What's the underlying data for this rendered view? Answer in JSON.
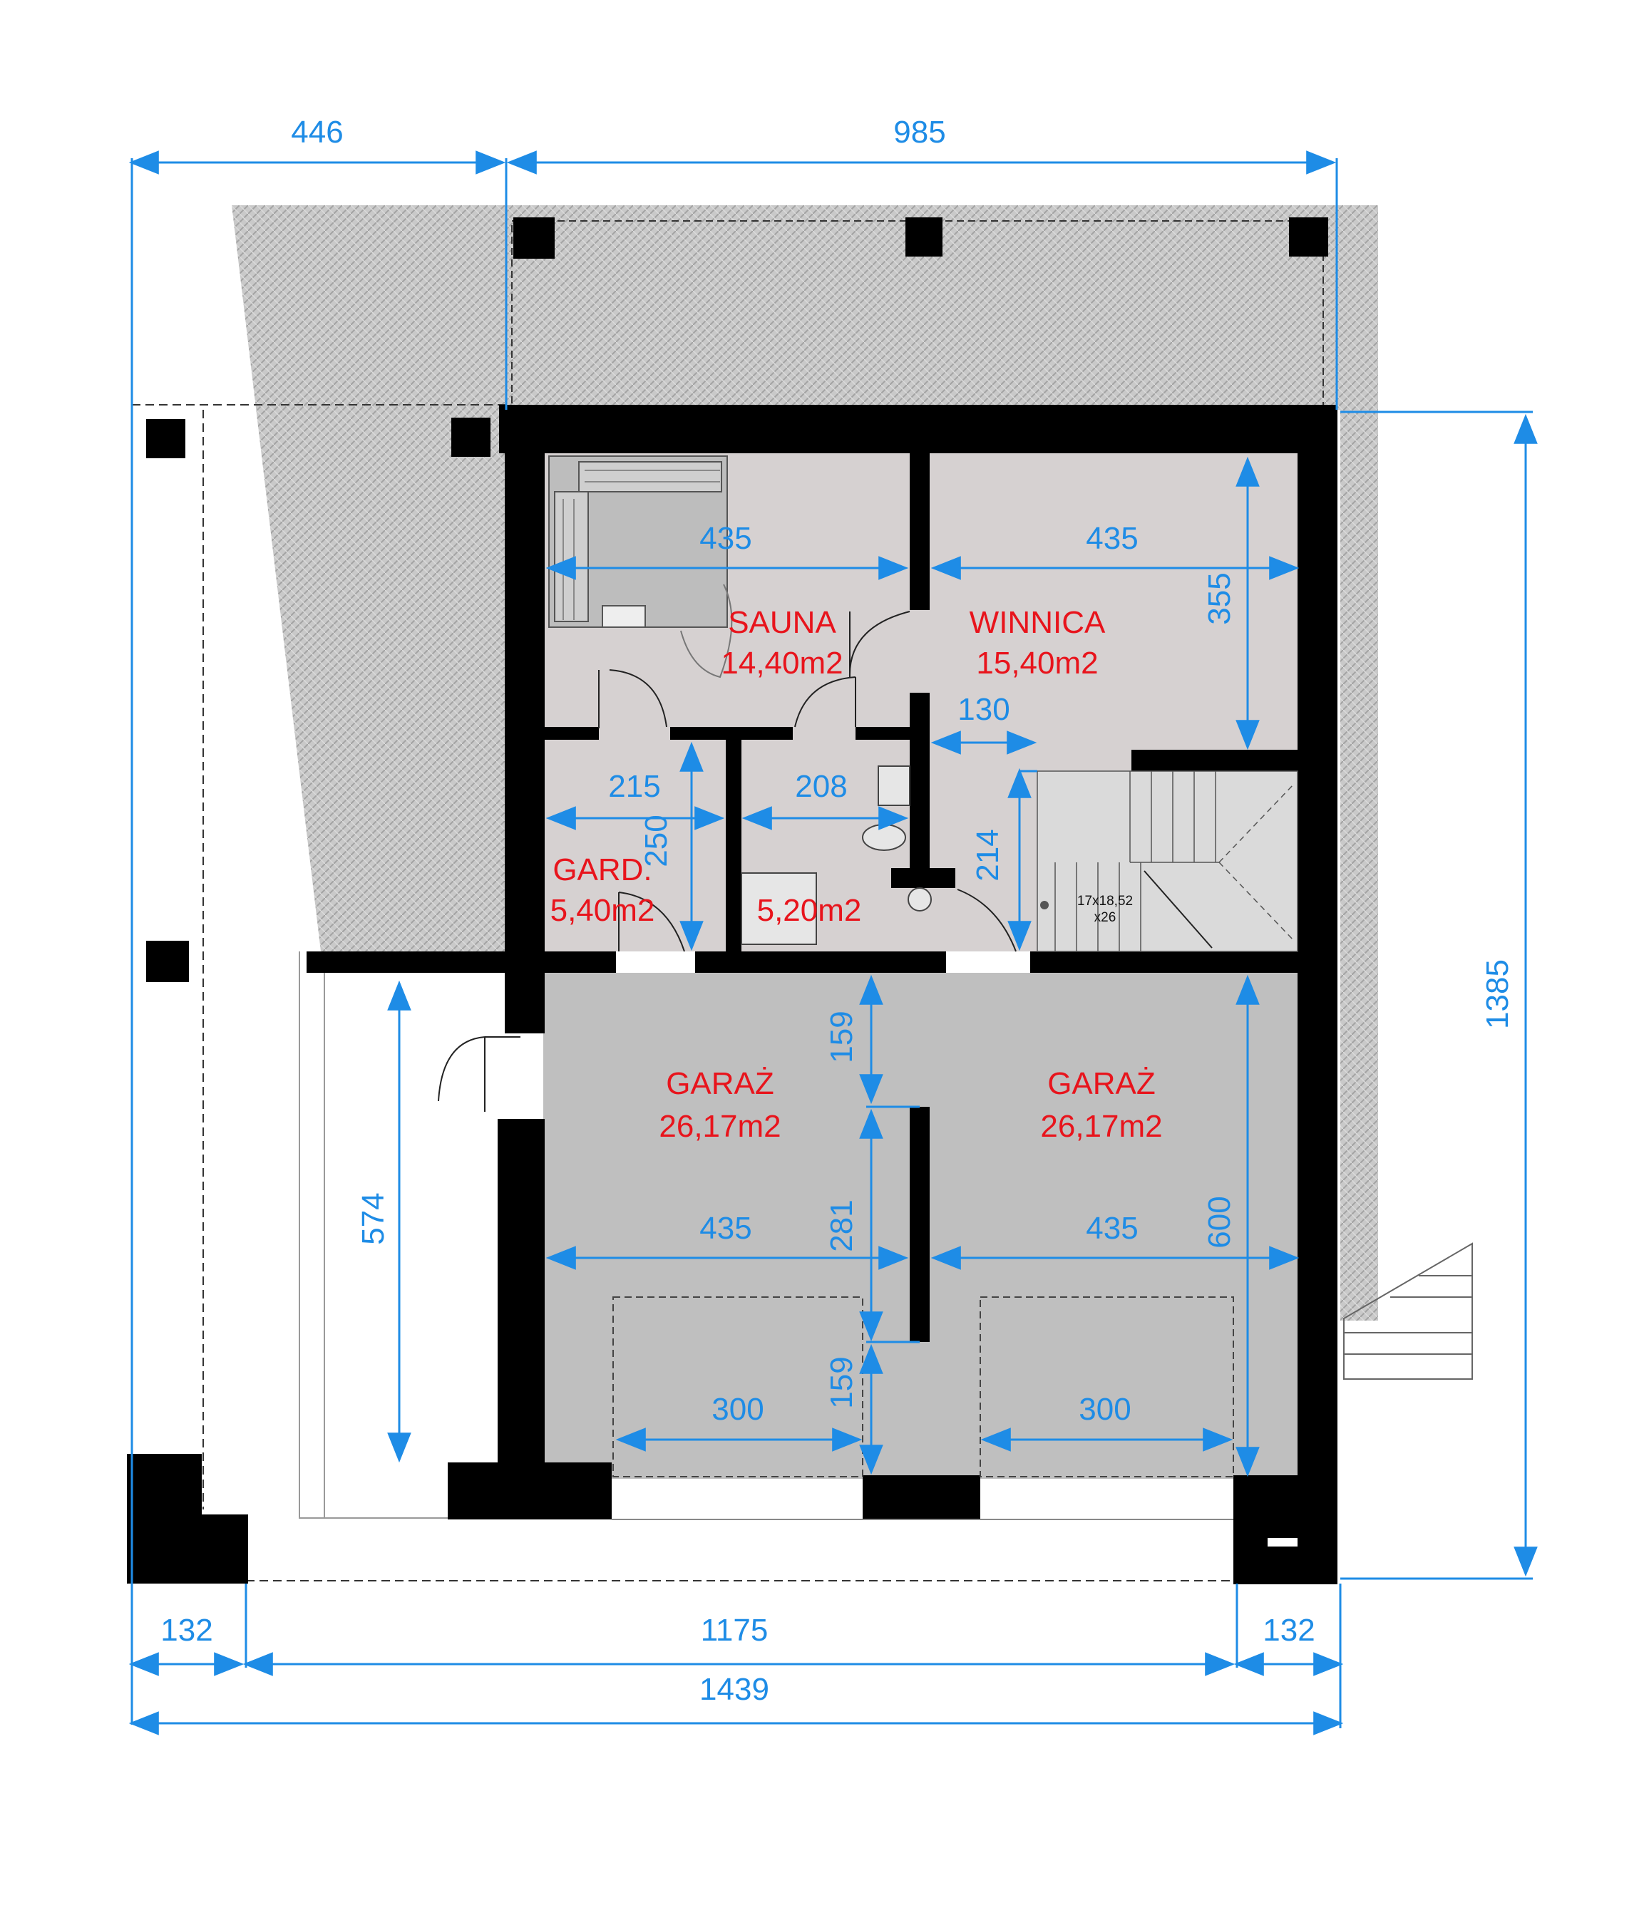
{
  "overall": {
    "top_left": "446",
    "top_right": "985",
    "right_height": "1385",
    "bottom_left": "132",
    "bottom_mid": "1175",
    "bottom_right": "132",
    "bottom_total": "1439",
    "left_garage_height": "574"
  },
  "rooms": {
    "sauna": {
      "name": "SAUNA",
      "area": "14,40m2"
    },
    "winnica": {
      "name": "WINNICA",
      "area": "15,40m2"
    },
    "gard": {
      "name": "GARD.",
      "area": "5,40m2"
    },
    "bath": {
      "area": "5,20m2"
    },
    "garage_left": {
      "name": "GARAŻ",
      "area": "26,17m2"
    },
    "garage_right": {
      "name": "GARAŻ",
      "area": "26,17m2"
    }
  },
  "inner_dims": {
    "sauna_width": "435",
    "winnica_width": "435",
    "winnica_depth": "355",
    "stair_offset": "130",
    "gard_width": "215",
    "gard_depth": "250",
    "bath_width": "208",
    "hall_depth": "214",
    "garage_l_width": "435",
    "garage_r_width": "435",
    "garage_depth": "600",
    "pier_top": "159",
    "pier_mid": "281",
    "pier_bot": "159",
    "door_l": "300",
    "door_r": "300"
  },
  "stairs": {
    "spec": "17x18,52",
    "count": "x26"
  },
  "colors": {
    "wall": "#000000",
    "dimension": "#1e8ce6",
    "room_label": "#e8141c",
    "floor_light": "#d6d1d1",
    "floor_garage": "#bfbfbf",
    "terrace": "#c8c8c8"
  }
}
